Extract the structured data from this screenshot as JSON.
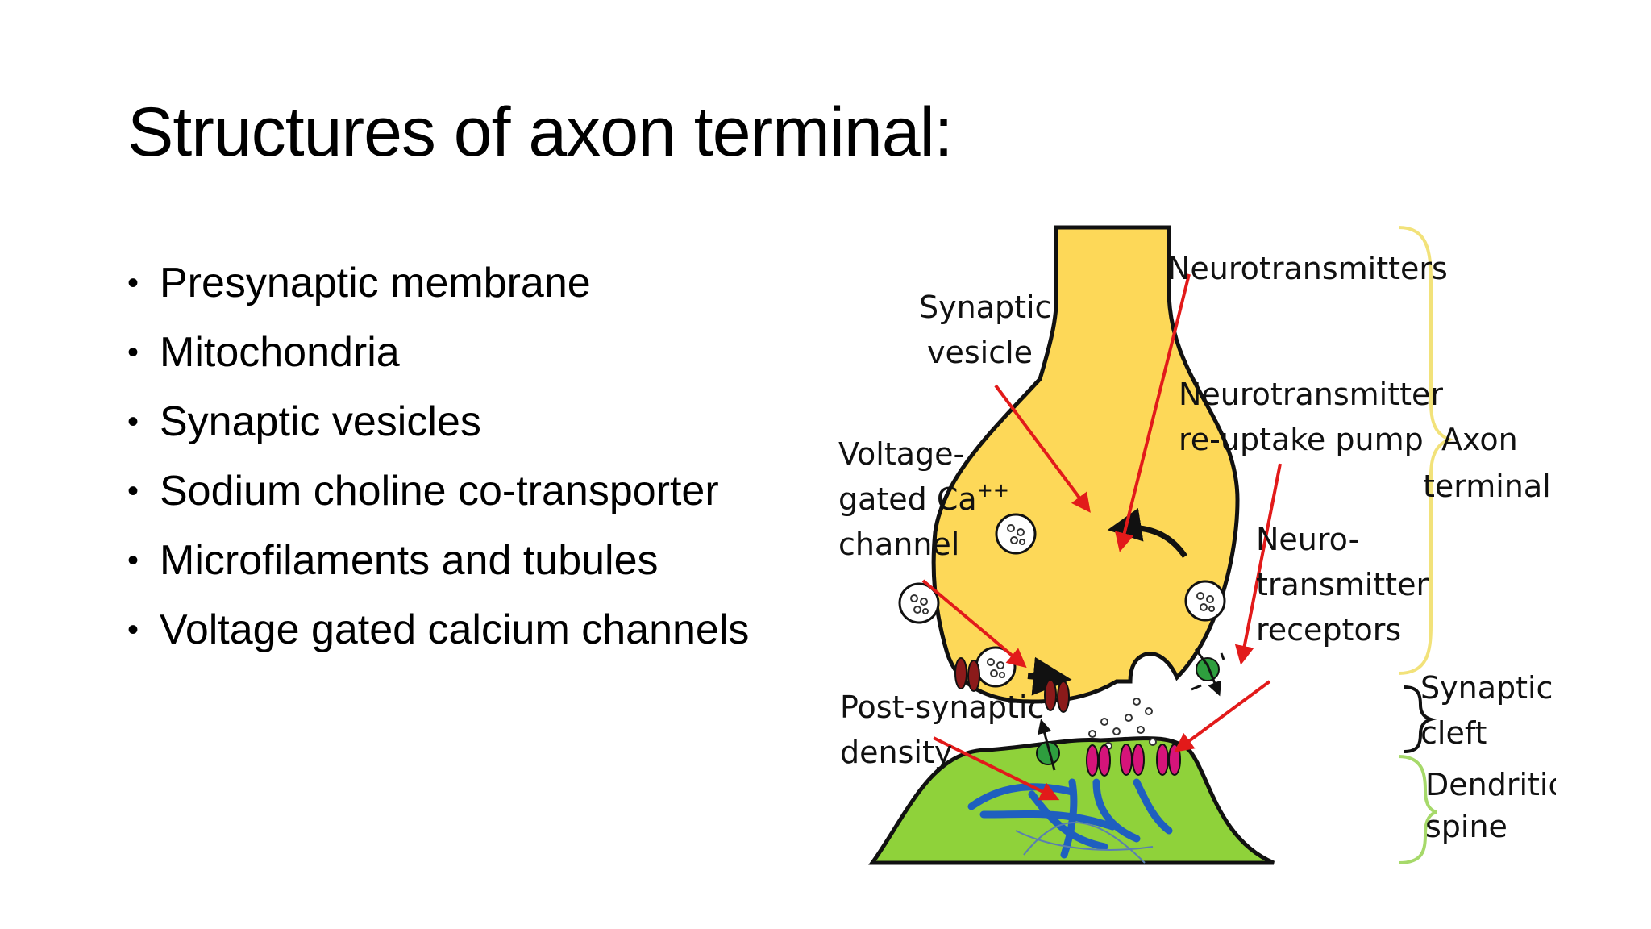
{
  "title": "Structures of axon terminal:",
  "bullets": [
    "Presynaptic membrane",
    "Mitochondria",
    "Synaptic vesicles",
    "Sodium choline co-transporter",
    "Microfilaments and tubules",
    "Voltage gated calcium channels"
  ],
  "diagram": {
    "labels": {
      "neurotransmitters": "Neurotransmitters",
      "synaptic_vesicle_1": "Synaptic",
      "synaptic_vesicle_2": "vesicle",
      "reuptake_1": "Neurotransmitter",
      "reuptake_2": "re-uptake pump",
      "axon_terminal_1": "Axon",
      "axon_terminal_2": "terminal",
      "voltage_1": "Voltage-",
      "voltage_2": "gated Ca",
      "voltage_sup": "++",
      "voltage_3": "channel",
      "receptors_1": "Neuro-",
      "receptors_2": "transmitter",
      "receptors_3": "receptors",
      "cleft_1": "Synaptic",
      "cleft_2": "cleft",
      "psd_1": "Post-synaptic",
      "psd_2": "density",
      "spine_1": "Dendritic",
      "spine_2": "spine"
    },
    "colors": {
      "axon_fill": "#fdd858",
      "spine_fill": "#8fd23a",
      "arrow_red": "#e21a1a",
      "brace_yellow": "#f2e27a",
      "brace_green": "#a6d96a",
      "calcium_channel": "#8b1a1a",
      "receptor": "#d6147a",
      "pump": "#2e9e3e",
      "filament": "#1f5fbf"
    }
  }
}
